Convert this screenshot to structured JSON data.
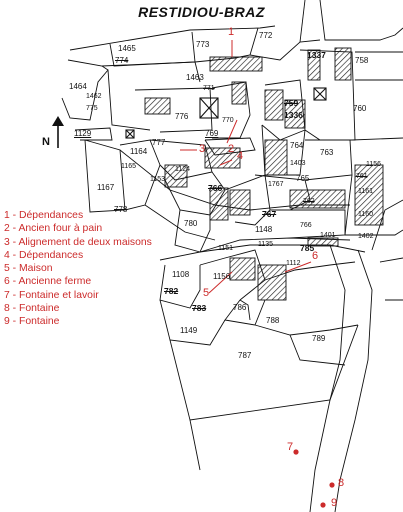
{
  "title": "RESTIDIOU-BRAZ",
  "north_label": "N",
  "legend": [
    "1 - Dépendances",
    "2 - Ancien four à pain",
    "3 - Alignement de deux maisons",
    "4 - Dépendances",
    "5 - Maison",
    "6 - Ancienne ferme",
    "7 - Fontaine et lavoir",
    "8 - Fontaine",
    "9 - Fontaine"
  ],
  "map_numbers": [
    "1",
    "2",
    "3",
    "4",
    "5",
    "6",
    "7",
    "8",
    "9"
  ],
  "parcels": [
    "1465",
    "774",
    "773",
    "772",
    "1464",
    "1462",
    "775",
    "1463",
    "771",
    "776",
    "770",
    "769",
    "1337",
    "758",
    "759",
    "1336",
    "760",
    "1129",
    "1164",
    "777",
    "1165",
    "1153",
    "1124",
    "766",
    "764",
    "763",
    "1403",
    "765",
    "1767",
    "1156",
    "761",
    "1161",
    "762",
    "1167",
    "778",
    "780",
    "767",
    "1148",
    "766",
    "1160",
    "1401",
    "1402",
    "1151",
    "1135",
    "785",
    "1108",
    "1156",
    "1112",
    "782",
    "783",
    "786",
    "788",
    "789",
    "1149",
    "787"
  ],
  "colors": {
    "accent_red": "#cc2b2b",
    "ink": "#111111",
    "hatch": "#222222"
  }
}
